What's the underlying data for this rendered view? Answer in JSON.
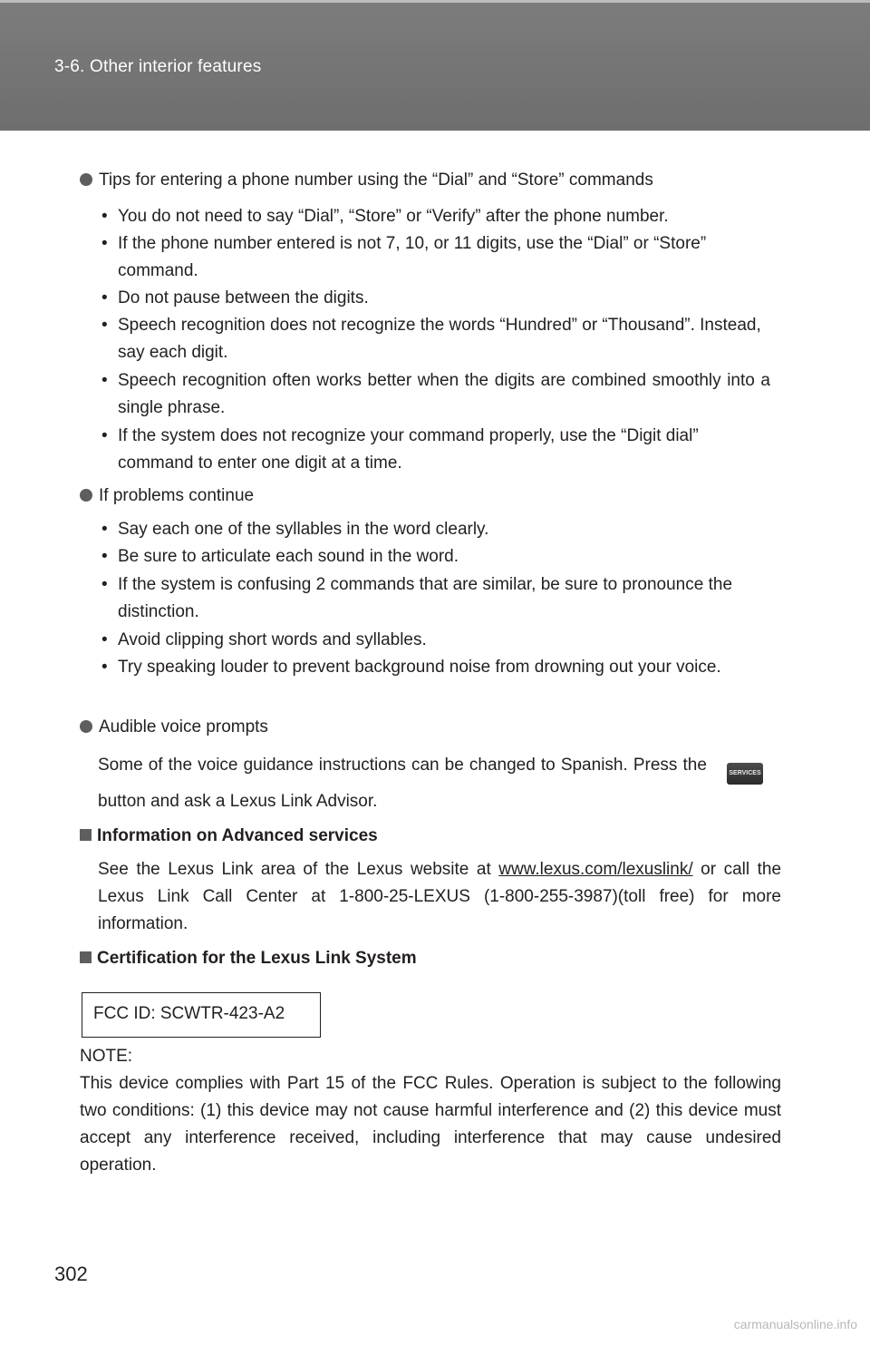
{
  "header": {
    "title": "3-6. Other interior features"
  },
  "tips": {
    "heading": "Tips for entering a phone number using the “Dial” and “Store” commands",
    "items": [
      "You do not need to say “Dial”, “Store” or “Verify” after the phone number.",
      "If the phone number entered is not 7, 10, or 11 digits, use the “Dial” or “Store” command.",
      "Do not pause between the digits.",
      "Speech recognition does not recognize the words “Hundred” or “Thousand”. Instead, say each digit.",
      "Speech recognition often works better when the digits are combined smoothly into a single phrase.",
      "If the system does not recognize your command properly, use the “Digit dial” command to enter one digit at a time."
    ]
  },
  "problems": {
    "heading": "If problems continue",
    "items": [
      "Say each one of the syllables in the word clearly.",
      "Be sure to articulate each sound in the word.",
      "If the system is confusing 2 commands that are similar, be sure to pronounce the distinction.",
      "Avoid clipping short words and syllables.",
      "Try speaking louder to prevent background noise from drowning out your voice."
    ]
  },
  "audible": {
    "heading": "Audible voice prompts",
    "text": "Some of the voice guidance instructions can be changed to Spanish. Press the",
    "button_label": "SERVICES",
    "text_after": "button and ask a Lexus Link Advisor."
  },
  "advanced": {
    "heading": "Information on Advanced services",
    "text_before": "See the Lexus Link area of the Lexus website at",
    "link": "www.lexus.com/lexuslink/",
    "text_after": "or call the Lexus Link Call Center at 1-800-25-LEXUS (1-800-255-3987)(toll free) for more information."
  },
  "certification": {
    "heading": "Certification for the Lexus Link System",
    "fcc_id": "FCC ID: SCWTR-423-A2",
    "note_label": "NOTE:",
    "note_text": "This device complies with Part 15 of the FCC Rules. Operation is subject to the following two conditions: (1) this device may not cause harmful interference and (2) this device must accept any interference received, including interference that may cause undesired operation."
  },
  "page_number": "302",
  "watermark": "carmanualsonline.info"
}
